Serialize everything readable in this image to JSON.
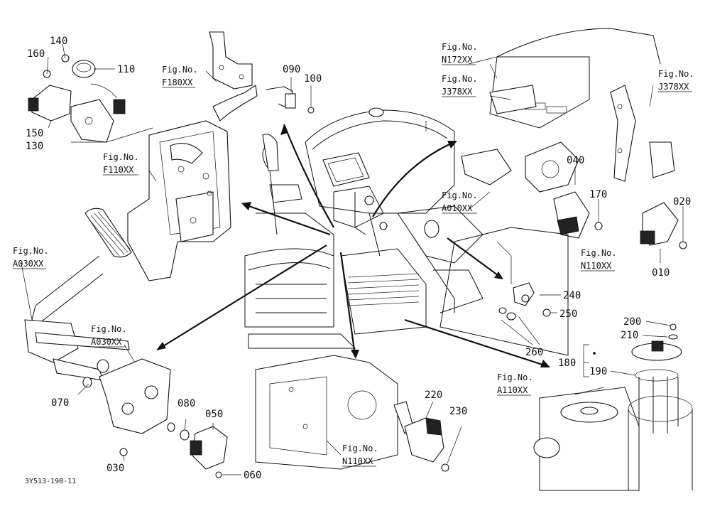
{
  "diagram": {
    "doc_id": "3Y513-190-11",
    "parts": {
      "p160": "160",
      "p140": "140",
      "p110": "110",
      "p150": "150",
      "p130": "130",
      "p090": "090",
      "p100": "100",
      "p040": "040",
      "p170": "170",
      "p020": "020",
      "p010": "010",
      "p240": "240",
      "p250": "250",
      "p260": "260",
      "p200": "200",
      "p210": "210",
      "p180": "180",
      "p190": "190",
      "p070": "070",
      "p080": "080",
      "p050": "050",
      "p030": "030",
      "p060": "060",
      "p220": "220",
      "p230": "230"
    },
    "figrefs": {
      "f180": {
        "label": "Fig.No.",
        "code": "F180XX"
      },
      "f110": {
        "label": "Fig.No.",
        "code": "F110XX"
      },
      "a030_left": {
        "label": "Fig.No.",
        "code": "A030XX"
      },
      "a030_mid": {
        "label": "Fig.No.",
        "code": "A030XX"
      },
      "n172": {
        "label": "Fig.No.",
        "code": "N172XX"
      },
      "j378_left": {
        "label": "Fig.No.",
        "code": "J378XX"
      },
      "j378_right": {
        "label": "Fig.No.",
        "code": "J378XX"
      },
      "a010": {
        "label": "Fig.No.",
        "code": "A010XX"
      },
      "n110_right": {
        "label": "Fig.No.",
        "code": "N110XX"
      },
      "a110": {
        "label": "Fig.No.",
        "code": "A110XX"
      },
      "n110_bottom": {
        "label": "Fig.No.",
        "code": "N110XX"
      }
    }
  }
}
